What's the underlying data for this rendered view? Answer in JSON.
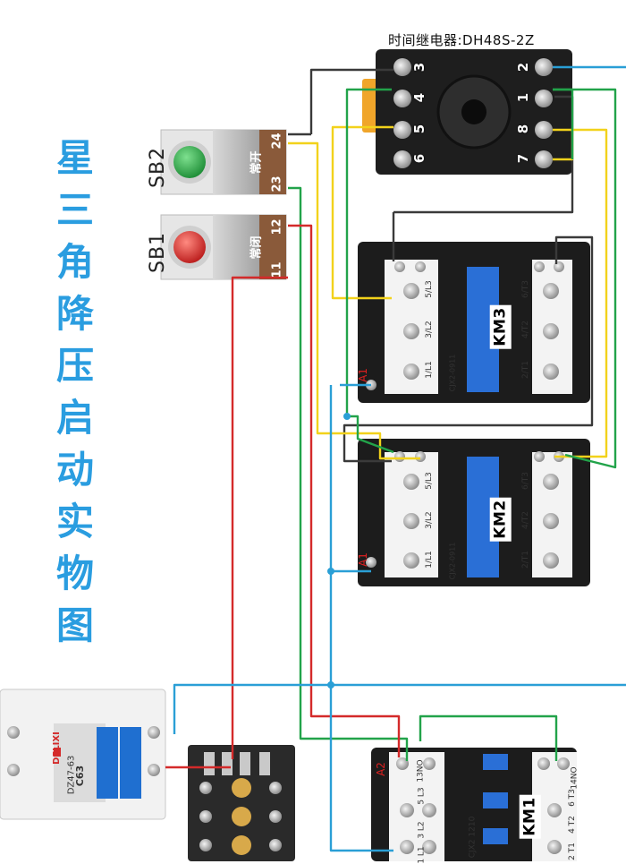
{
  "title_chars": [
    "星",
    "三",
    "角",
    "降",
    "压",
    "启",
    "动",
    "实",
    "物",
    "图"
  ],
  "relay": {
    "title": "时间继电器:DH48S-2Z",
    "terminals": [
      "3",
      "4",
      "5",
      "6",
      "2",
      "1",
      "8",
      "7"
    ]
  },
  "buttons": [
    {
      "id": "SB2",
      "label": "SB2",
      "type_text": "常开",
      "terminals": [
        "24",
        "23"
      ],
      "cap_color": "#27a347"
    },
    {
      "id": "SB1",
      "label": "SB1",
      "type_text": "常闭",
      "terminals": [
        "12",
        "11"
      ],
      "cap_color": "#d62a2a"
    }
  ],
  "contactors": [
    {
      "label": "KM3",
      "coil": "A1",
      "left_marks": [
        "5/L3",
        "3/L2",
        "1/L1"
      ],
      "right_marks": [
        "6/T3",
        "4/T2",
        "2/T1"
      ],
      "model": "CJX2-0911"
    },
    {
      "label": "KM2",
      "coil": "A1",
      "left_marks": [
        "5/L3",
        "3/L2",
        "1/L1"
      ],
      "right_marks": [
        "6/T3",
        "4/T2",
        "2/T1"
      ],
      "model": "CJX2-0911"
    },
    {
      "label": "KM1",
      "coil": "A2",
      "left_marks": [
        "13NO",
        "5 L3",
        "3 L2",
        "1 L1"
      ],
      "right_marks": [
        "14NO",
        "6 T3",
        "4 T2",
        "2 T1"
      ],
      "model": "CJX2 1210"
    }
  ],
  "breaker": {
    "brand": "DELIXI",
    "model": "DZ47-63",
    "rating": "C63"
  },
  "wire_colors": {
    "black": "#3a3a3a",
    "yellow": "#f2d21b",
    "green": "#22a34a",
    "red": "#d42a2a",
    "blue": "#2a9fd6"
  }
}
